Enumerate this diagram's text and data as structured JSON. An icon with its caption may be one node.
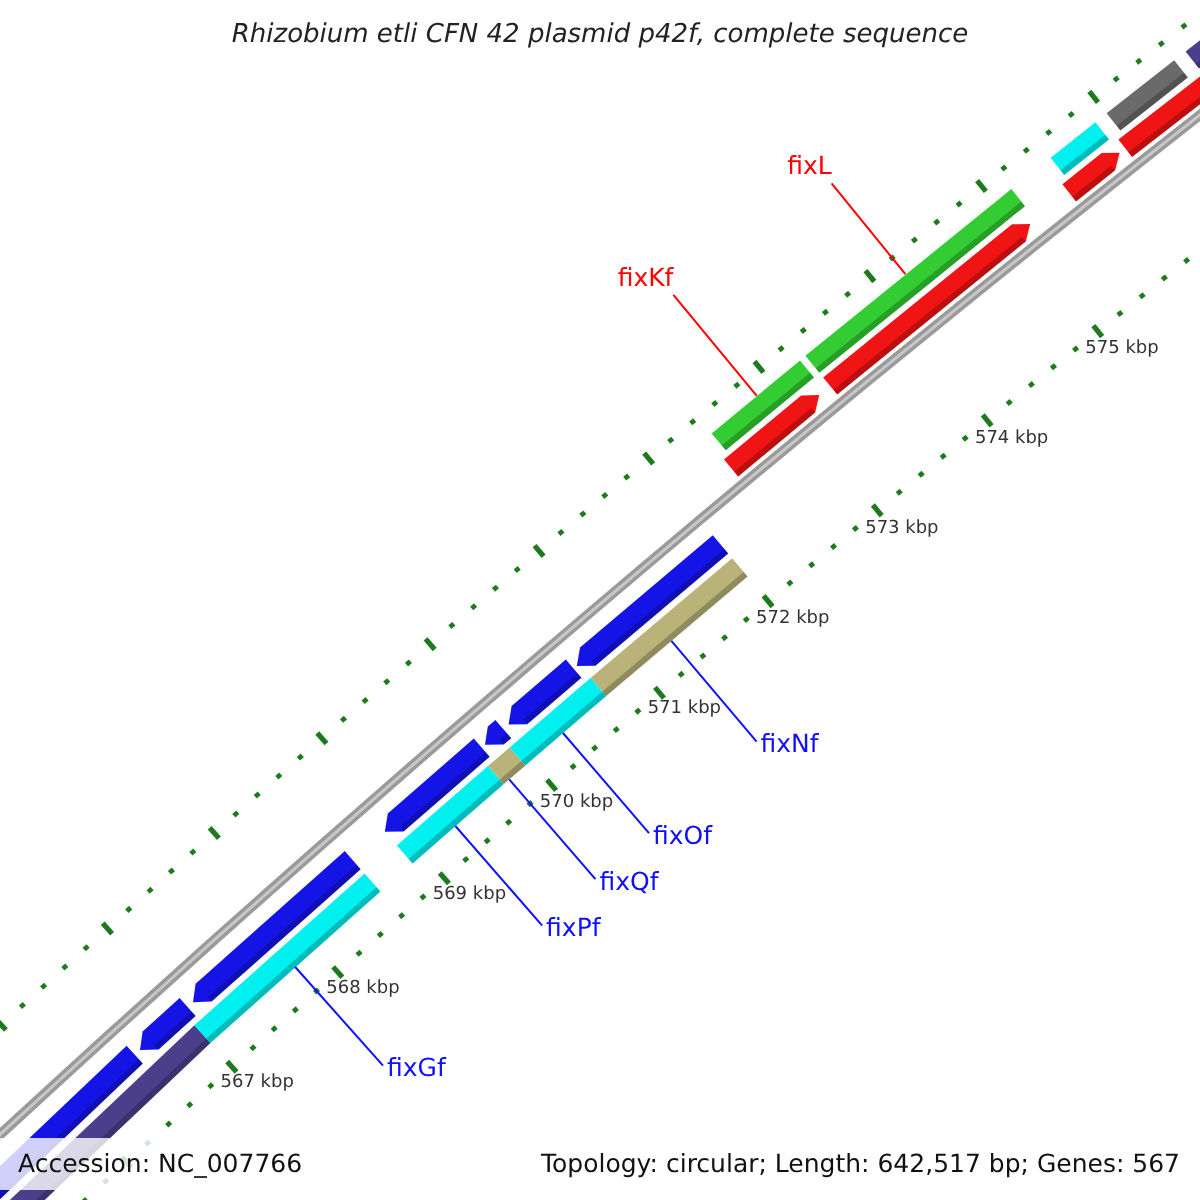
{
  "diagram": {
    "title": "Rhizobium etli CFN 42 plasmid p42f, complete sequence",
    "nodes": [
      {
        "text": [
          "fixL"
        ]
      },
      {
        "text": [
          "fixKf"
        ]
      },
      {
        "text": [
          "fixNf"
        ]
      },
      {
        "text": [
          "fixOf"
        ]
      },
      {
        "text": [
          "fixQf"
        ]
      },
      {
        "text": [
          "fixPf"
        ]
      },
      {
        "text": [
          "fixGf"
        ]
      },
      {
        "text": [],
        "shape": "bar"
      },
      {
        "text": [],
        "shape": "bar"
      },
      {
        "text": [],
        "shape": "bar"
      },
      {
        "text": [],
        "shape": "bar"
      },
      {
        "text": [],
        "shape": "bar"
      },
      {
        "text": [],
        "shape": "bar"
      },
      {
        "text": [],
        "shape": "bar"
      }
    ],
    "edges": [
      {
        "from": 0,
        "to": 13,
        "arrow": "none",
        "color": "#ff0000"
      },
      {
        "from": 1,
        "to": 12,
        "arrow": "none",
        "color": "#ff0000"
      },
      {
        "from": 2,
        "to": 11,
        "arrow": "none"
      },
      {
        "from": 3,
        "to": 10,
        "arrow": "none"
      },
      {
        "from": 4,
        "to": 9,
        "arrow": "none"
      },
      {
        "from": 5,
        "to": 8,
        "arrow": "none"
      },
      {
        "from": 6,
        "to": 7,
        "arrow": "none"
      }
    ],
    "labels": [
      "567 kbp",
      "568 kbp",
      "569 kbp",
      "570 kbp",
      "571 kbp",
      "572 kbp",
      "573 kbp",
      "574 kbp",
      "575 kbp",
      "Accession: NC_007766",
      "Topology: circular; Length: 642,517 bp; Genes: 567"
    ]
  }
}
